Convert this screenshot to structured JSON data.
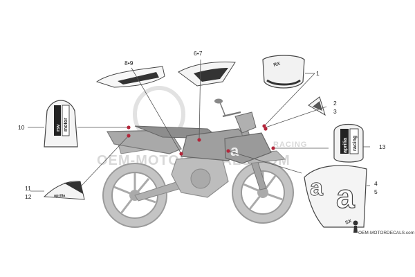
{
  "callouts": {
    "c1": "1",
    "c2": "2",
    "c3": "3",
    "c4": "4",
    "c5": "5",
    "c67": "6•7",
    "c89": "8•9",
    "c10": "10",
    "c11": "11",
    "c12": "12",
    "c13": "13"
  },
  "decal_text": {
    "d13_a": "aprilia",
    "d13_b": "racing",
    "d10_a": "rsv",
    "d10_b": "motor",
    "d11": "aprilia"
  },
  "watermark": {
    "center": "OEM-MOTORDECALS.COM",
    "bottom_right": "OEM-MOTORDECALS.com",
    "racing": "RACING"
  },
  "colors": {
    "leader": "#555555",
    "marker": "#b3263a",
    "bike_gray": "#b8b8b8",
    "outline": "#444444"
  }
}
